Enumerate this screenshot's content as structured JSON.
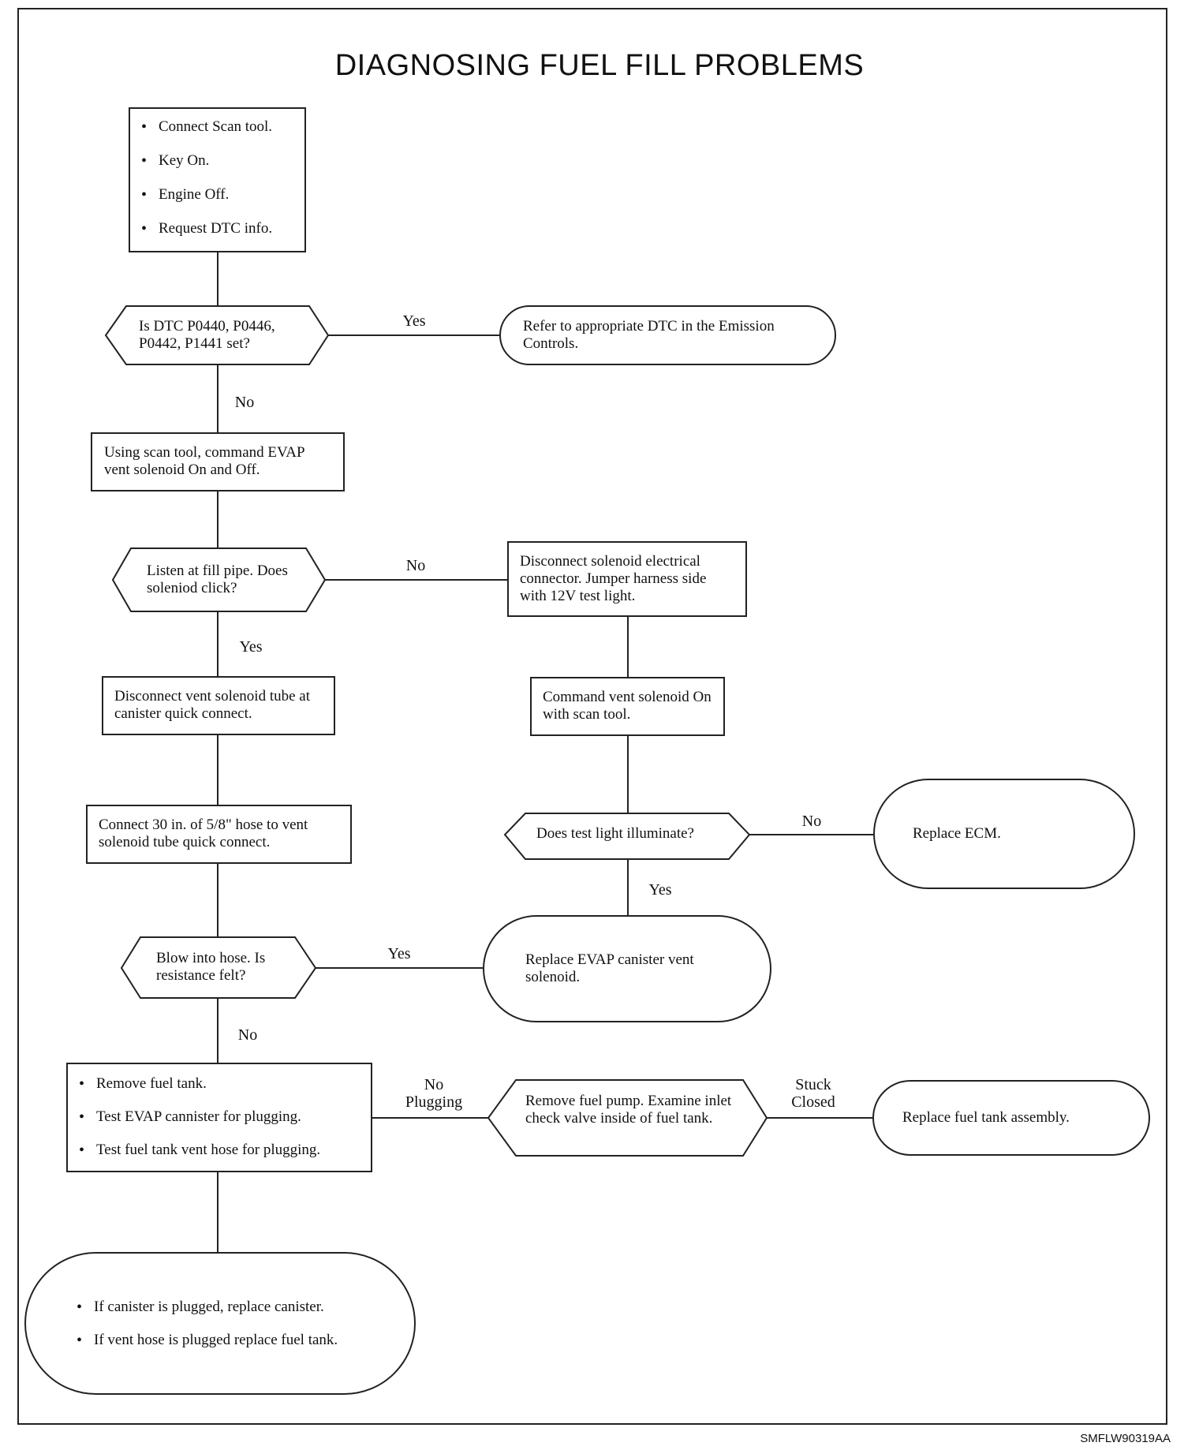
{
  "title": "DIAGNOSING FUEL FILL PROBLEMS",
  "figure_code": "SMFLW90319AA",
  "start": {
    "items": [
      "Connect Scan tool.",
      "Key On.",
      "Engine Off.",
      "Request DTC info."
    ]
  },
  "q_dtc": "Is DTC P0440, P0446, P0442, P1441 set?",
  "refer_dtc": "Refer to appropriate DTC in the Emission Controls.",
  "cmd_evap": "Using scan tool, command EVAP vent solenoid On and Off.",
  "q_listen": "Listen at fill pipe. Does soleniod click?",
  "disconnect_connector": "Disconnect solenoid electrical connector. Jumper harness side with 12V test light.",
  "disconnect_tube": "Disconnect vent solenoid tube at canister quick connect.",
  "command_on": "Command vent solenoid On with scan tool.",
  "connect_hose": "Connect 30 in. of 5/8\" hose to vent solenoid tube quick connect.",
  "q_light": "Does test light illuminate?",
  "replace_ecm": "Replace ECM.",
  "q_blow": "Blow into hose. Is resistance felt?",
  "replace_vent": "Replace EVAP canister vent solenoid.",
  "remove_tank": {
    "items": [
      "Remove fuel tank.",
      "Test EVAP cannister for plugging.",
      "Test fuel tank vent hose for plugging."
    ]
  },
  "remove_pump": "Remove fuel pump. Examine inlet check valve inside of fuel tank.",
  "replace_tank": "Replace fuel tank assembly.",
  "final": {
    "items": [
      "If canister is plugged, replace canister.",
      "If vent hose is plugged replace fuel tank."
    ]
  },
  "labels": {
    "yes1": "Yes",
    "no1": "No",
    "no2": "No",
    "yes2": "Yes",
    "no3": "No",
    "yes3": "Yes",
    "yes4": "Yes",
    "no4": "No",
    "no_plugging": "No Plugging",
    "stuck_closed": "Stuck Closed"
  }
}
